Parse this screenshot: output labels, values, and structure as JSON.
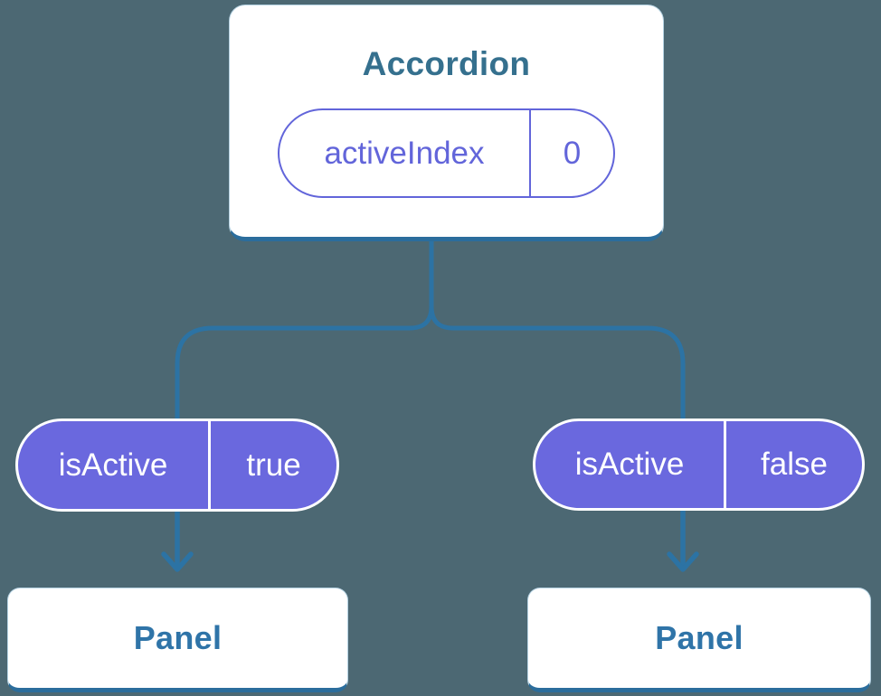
{
  "diagram": {
    "root": {
      "title": "Accordion",
      "state": {
        "name": "activeIndex",
        "value": "0"
      }
    },
    "children": [
      {
        "prop": {
          "name": "isActive",
          "value": "true"
        },
        "title": "Panel"
      },
      {
        "prop": {
          "name": "isActive",
          "value": "false"
        },
        "title": "Panel"
      }
    ]
  },
  "colors": {
    "background": "#4C6873",
    "card_background": "#FFFFFF",
    "card_border_light": "#B5D2E2",
    "card_border_bottom": "#2B6D9C",
    "connector_line": "#2C73A4",
    "root_title_text": "#35708E",
    "panel_title_text": "#2F74A8",
    "prop_pill_fill": "#6A68DE",
    "state_pill_outline": "#6265DA"
  }
}
